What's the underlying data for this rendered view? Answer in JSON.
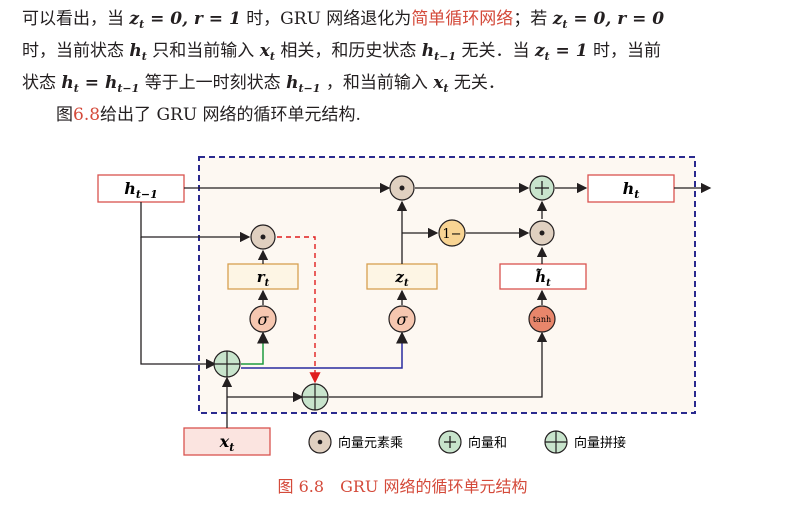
{
  "text": {
    "l1a": "可以看出，当",
    "l1b": "时，GRU 网络退化为",
    "l1hl": "简单循环网络",
    "l1c": "；若",
    "l2a": "时，当前状态",
    "l2b": "只和当前输入",
    "l2c": "相关，和历史状态",
    "l2d": "无关．当",
    "l2e": "时，当前",
    "l3a": "状态",
    "l3b": "等于上一时刻状态",
    "l3c": "，和当前输入",
    "l3d": "无关．",
    "l4a": "图",
    "l4ref": "6.8",
    "l4b": "给出了 GRU 网络的循环单元结构."
  },
  "math": {
    "z_eq_0_r_eq_1": "z_t = 0, r = 1",
    "z_eq_0_r_eq_0": "z_t = 0, r = 0",
    "h_t": "h_t",
    "x_t": "x_t",
    "h_prev": "h_{t-1}",
    "z_eq_1": "z_t = 1",
    "h_eq_hprev": "h_t = h_{t-1}"
  },
  "diagram": {
    "node_h_prev": "h_{t-1}",
    "node_h_t": "h_t",
    "node_x_t": "x_t",
    "node_r": "r_t",
    "node_z": "z_t",
    "node_h_tilde": "h̃_t",
    "sigma": "σ",
    "tanh": "tanh",
    "one_minus": "1−",
    "legend": [
      "向量元素乘",
      "向量和",
      "向量拼接"
    ]
  },
  "colors": {
    "accent_red": "#d44a3a",
    "box_border_red": "#d9534f",
    "box_border_orange": "#d8a050",
    "box_fill_yellow": "#fdf5e4",
    "dashed_blue": "#2a2a8f",
    "dashed_red": "#e01e1e",
    "sigma_fill": "#f6c7b0",
    "tanh_fill": "#e8866b",
    "one_minus_fill": "#f8d493",
    "plus_fill": "#c8e4cc",
    "dot_fill": "#e0d0c0",
    "green_line": "#1e9b40",
    "blue_line": "#2a2aa0"
  },
  "caption": "图 6.8　GRU 网络的循环单元结构"
}
